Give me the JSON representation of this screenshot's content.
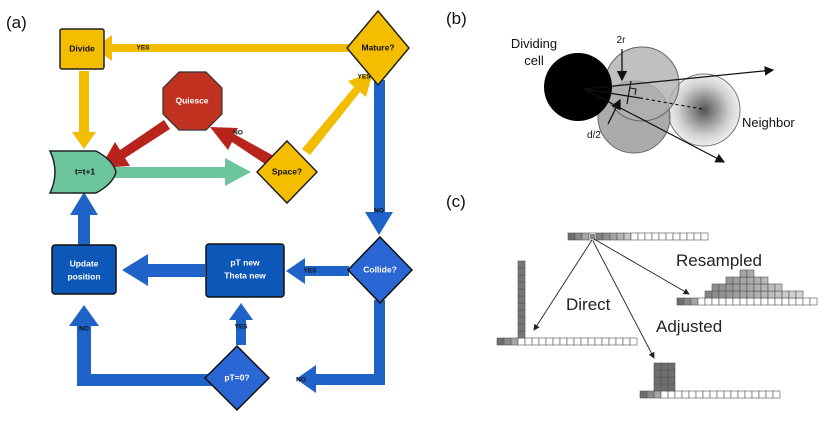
{
  "panels": {
    "a": {
      "label": "(a)"
    },
    "b": {
      "label": "(b)"
    },
    "c": {
      "label": "(c)"
    }
  },
  "flowchart": {
    "nodes": {
      "divide": "Divide",
      "mature": "Mature?",
      "quiesce": "Quiesce",
      "tick": "t=t+1",
      "space": "Space?",
      "update_line1": "Update",
      "update_line2": "position",
      "pt_new_line1": "pT new",
      "pt_new_line2": "Theta new",
      "collide": "Collide?",
      "pt_zero": "pT=0?"
    },
    "edges": {
      "mature_to_divide": "YES",
      "space_to_mature": "YES",
      "space_to_quiesce": "NO",
      "mature_to_collide": "NO",
      "collide_to_ptnew": "YES",
      "collide_to_ptzero": "NO",
      "ptzero_to_update": "NO",
      "ptzero_to_ptnew": "YES"
    },
    "colors": {
      "yellow": "#f2bc00",
      "blue": "#1f63c9",
      "red": "#c0321f",
      "green": "#6cc59d",
      "node_blue": "#0c57b8",
      "node_yellow": "#f4bd00"
    }
  },
  "panel_b": {
    "dividing_cell_line1": "Dividing",
    "dividing_cell_line2": "cell",
    "two_r": "2r",
    "d_half": "d/2",
    "neighbor": "Neighbor"
  },
  "panel_c": {
    "direct": "Direct",
    "resampled": "Resampled",
    "adjusted": "Adjusted"
  }
}
